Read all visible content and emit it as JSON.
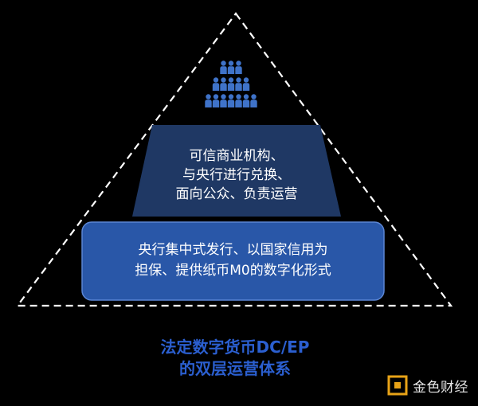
{
  "upper_tier": {
    "lines": [
      "可信商业机构、",
      "与央行进行兑换、",
      "面向公众、负责运营"
    ]
  },
  "lower_tier": {
    "lines": [
      "央行集中式发行、以国家信用为",
      "担保、提供纸币M0的数字化形式"
    ]
  },
  "caption": {
    "line1": "法定数字货币DC/EP",
    "line2": "的双层运营体系"
  },
  "brand": {
    "name": "金色财经"
  },
  "people_icon": {
    "rows": [
      3,
      5,
      7
    ]
  },
  "colors": {
    "background": "#000000",
    "upper_tier": "#1f3864",
    "lower_tier": "#2957a8",
    "lower_tier_border": "#5b86d4",
    "people": "#3f73c9",
    "caption": "#2b5fd0",
    "brand_logo": "#e8a317",
    "outline": "#ffffff"
  }
}
